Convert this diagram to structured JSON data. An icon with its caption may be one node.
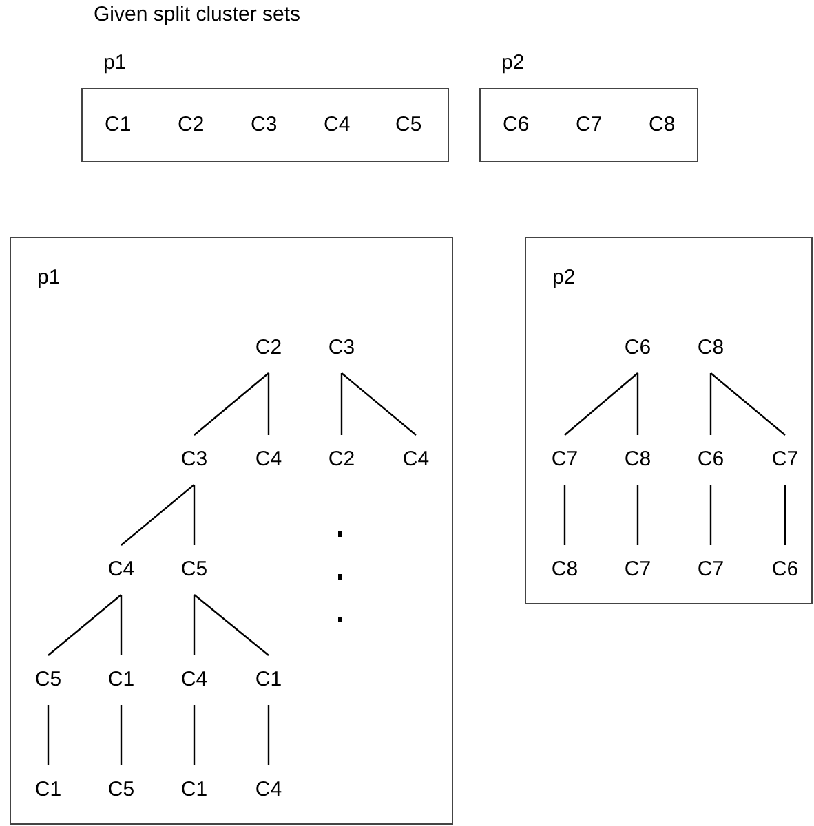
{
  "diagram": {
    "title": "Given split cluster sets",
    "nodes": [
      {
        "text": [
          "p1",
          "C1",
          "C2",
          "C3",
          "C4",
          "C5"
        ]
      },
      {
        "text": [
          "p2",
          "C6",
          "C7",
          "C8"
        ]
      },
      {
        "text": [
          "p1"
        ]
      },
      {
        "text": [
          "C2"
        ],
        "in": 2
      },
      {
        "text": [
          "C3"
        ],
        "in": 2
      },
      {
        "text": [
          "C3"
        ],
        "in": 2
      },
      {
        "text": [
          "C4"
        ],
        "in": 2
      },
      {
        "text": [
          "C2"
        ],
        "in": 2
      },
      {
        "text": [
          "C4"
        ],
        "in": 2
      },
      {
        "text": [
          "C4"
        ],
        "in": 2
      },
      {
        "text": [
          "C5"
        ],
        "in": 2
      },
      {
        "text": [
          "C5"
        ],
        "in": 2
      },
      {
        "text": [
          "C1"
        ],
        "in": 2
      },
      {
        "text": [
          "C4"
        ],
        "in": 2
      },
      {
        "text": [
          "C1"
        ],
        "in": 2
      },
      {
        "text": [
          "C1"
        ],
        "in": 2
      },
      {
        "text": [
          "C5"
        ],
        "in": 2
      },
      {
        "text": [
          "C1"
        ],
        "in": 2
      },
      {
        "text": [
          "C4"
        ],
        "in": 2
      },
      {
        "text": [
          "p2"
        ]
      },
      {
        "text": [
          "C6"
        ],
        "in": 19
      },
      {
        "text": [
          "C8"
        ],
        "in": 19
      },
      {
        "text": [
          "C7"
        ],
        "in": 19
      },
      {
        "text": [
          "C8"
        ],
        "in": 19
      },
      {
        "text": [
          "C6"
        ],
        "in": 19
      },
      {
        "text": [
          "C7"
        ],
        "in": 19
      },
      {
        "text": [
          "C8"
        ],
        "in": 19
      },
      {
        "text": [
          "C7"
        ],
        "in": 19
      },
      {
        "text": [
          "C7"
        ],
        "in": 19
      },
      {
        "text": [
          "C6"
        ],
        "in": 19
      }
    ],
    "edges": [
      {
        "from": 3,
        "to": 5,
        "arrow": "none"
      },
      {
        "from": 3,
        "to": 6,
        "arrow": "none"
      },
      {
        "from": 4,
        "to": 7,
        "arrow": "none"
      },
      {
        "from": 4,
        "to": 8,
        "arrow": "none"
      },
      {
        "from": 5,
        "to": 9,
        "arrow": "none"
      },
      {
        "from": 5,
        "to": 10,
        "arrow": "none"
      },
      {
        "from": 9,
        "to": 11,
        "arrow": "none"
      },
      {
        "from": 9,
        "to": 12,
        "arrow": "none"
      },
      {
        "from": 10,
        "to": 13,
        "arrow": "none"
      },
      {
        "from": 10,
        "to": 14,
        "arrow": "none"
      },
      {
        "from": 11,
        "to": 15,
        "arrow": "none"
      },
      {
        "from": 12,
        "to": 16,
        "arrow": "none"
      },
      {
        "from": 13,
        "to": 17,
        "arrow": "none"
      },
      {
        "from": 14,
        "to": 18,
        "arrow": "none"
      },
      {
        "from": 20,
        "to": 22,
        "arrow": "none"
      },
      {
        "from": 20,
        "to": 23,
        "arrow": "none"
      },
      {
        "from": 21,
        "to": 24,
        "arrow": "none"
      },
      {
        "from": 21,
        "to": 25,
        "arrow": "none"
      },
      {
        "from": 22,
        "to": 26,
        "arrow": "none"
      },
      {
        "from": 23,
        "to": 27,
        "arrow": "none"
      },
      {
        "from": 24,
        "to": 28,
        "arrow": "none"
      },
      {
        "from": 25,
        "to": 29,
        "arrow": "none"
      }
    ]
  }
}
